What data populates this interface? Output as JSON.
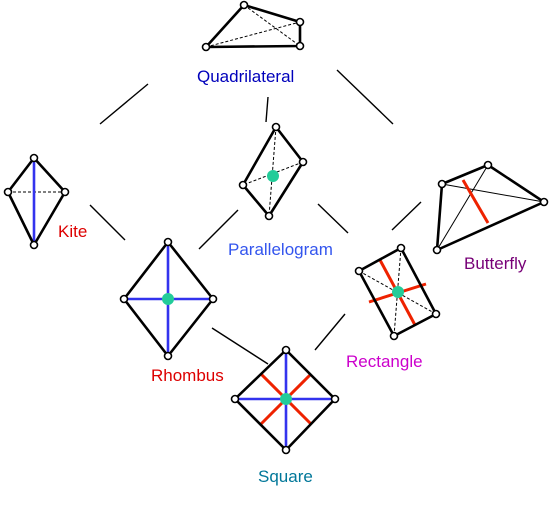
{
  "labels": {
    "quadrilateral": "Quadrilateral",
    "kite": "Kite",
    "parallelogram": "Parallelogram",
    "butterfly": "Butterfly",
    "rhombus": "Rhombus",
    "rectangle": "Rectangle",
    "square": "Square"
  },
  "colors": {
    "quadrilateral": "#0000bb",
    "kite": "#dd0000",
    "parallelogram": "#3355ee",
    "butterfly": "#770077",
    "rhombus": "#dd0000",
    "rectangle": "#cc00cc",
    "square": "#007799",
    "outline": "#000000",
    "blue_diagonal": "#3333ee",
    "red_bisector": "#ee2200",
    "center_dot": "#22cc99"
  }
}
